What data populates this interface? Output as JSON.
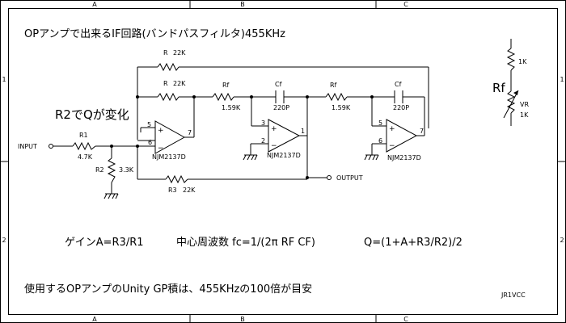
{
  "title": "OPアンプで出来るIF回路(バンドパスフィルタ)455KHz",
  "note_q": "R2でQが変化",
  "grid": {
    "cols": [
      "A",
      "B",
      "C"
    ],
    "rows": [
      "1",
      "2"
    ]
  },
  "components": {
    "r_top": {
      "name": "R",
      "value": "22K"
    },
    "r_mid": {
      "name": "R",
      "value": "22K"
    },
    "rf1": {
      "name": "Rf",
      "value": "1.59K"
    },
    "cf1": {
      "name": "Cf",
      "value": "220P"
    },
    "rf2": {
      "name": "Rf",
      "value": "1.59K"
    },
    "cf2": {
      "name": "Cf",
      "value": "220P"
    },
    "r1": {
      "name": "R1",
      "value": "4.7K"
    },
    "r2": {
      "name": "R2",
      "value": "3.3K"
    },
    "r3": {
      "name": "R3",
      "value": "22K"
    },
    "opamp1": {
      "part": "NJM2137D",
      "pin_plus": "5",
      "pin_minus": "6",
      "pin_out": "7"
    },
    "opamp2": {
      "part": "NJM2137D",
      "pin_plus": "3",
      "pin_minus": "2",
      "pin_out": "1"
    },
    "opamp3": {
      "part": "NJM2137D",
      "pin_plus": "5",
      "pin_minus": "6",
      "pin_out": "7"
    }
  },
  "io": {
    "input": "INPUT",
    "output": "OUTPUT"
  },
  "rf_detail": {
    "label": "Rf",
    "fixed": "1K",
    "vr_name": "VR",
    "vr_value": "1K"
  },
  "formulas": {
    "gain": "ゲインA=R3/R1",
    "fc": "中心周波数 fc=1/(2π RF CF)",
    "q": "Q=(1+A+R3/R2)/2"
  },
  "footnote": "使用するOPアンプのUnity GP積は、455KHzの100倍が目安",
  "author": "JR1VCC"
}
